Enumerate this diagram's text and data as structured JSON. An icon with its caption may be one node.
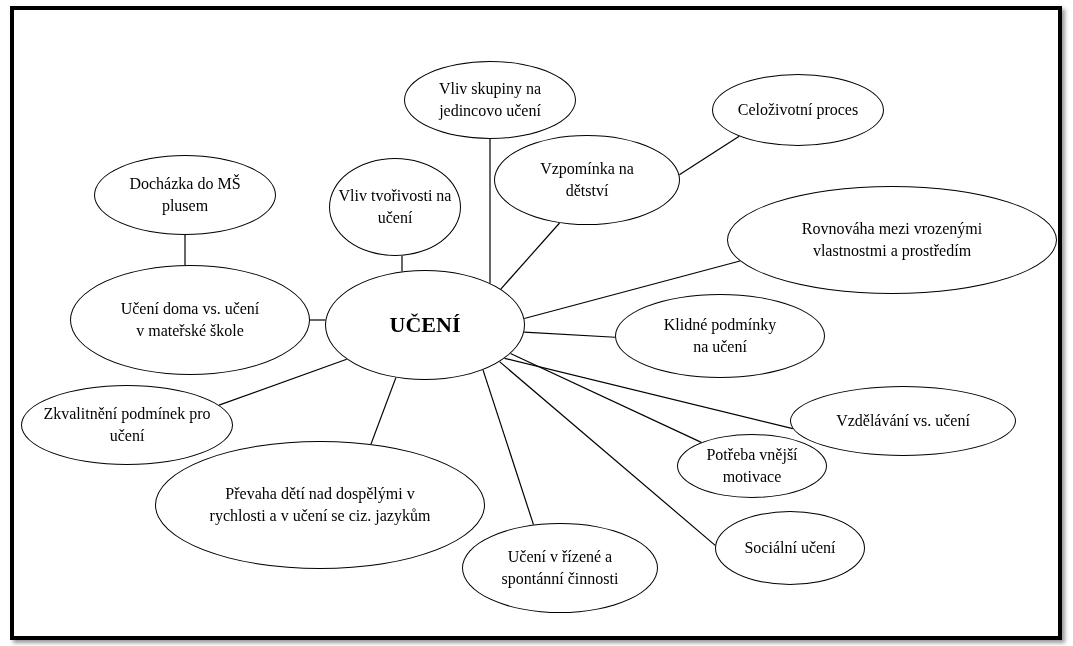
{
  "diagram": {
    "nodes": [
      {
        "text": [
          "UČENÍ"
        ]
      },
      {
        "text": [
          "Vliv skupiny na jedincovo učení"
        ]
      },
      {
        "text": [
          "Celoživotní proces"
        ]
      },
      {
        "text": [
          "Docházka do MŠ plusem"
        ]
      },
      {
        "text": [
          "Vliv tvořivosti na učení"
        ]
      },
      {
        "text": [
          "Vzpomínka na dětství"
        ]
      },
      {
        "text": [
          "Rovnováha mezi vrozenými vlastnostmi a prostředím"
        ]
      },
      {
        "text": [
          "Učení doma vs. učení v mateřské škole"
        ]
      },
      {
        "text": [
          "Klidné podmínky na učení"
        ]
      },
      {
        "text": [
          "Zkvalitnění podmínek pro učení"
        ]
      },
      {
        "text": [
          "Vzdělávání vs. učení"
        ]
      },
      {
        "text": [
          "Převaha dětí nad dospělými v rychlosti a v učení se ciz. jazykům"
        ]
      },
      {
        "text": [
          "Potřeba vnější motivace"
        ]
      },
      {
        "text": [
          "Učení v řízené a spontánní činnosti"
        ]
      },
      {
        "text": [
          "Sociální učení"
        ]
      }
    ],
    "edges": [
      {
        "from": 0,
        "to": 1,
        "arrow": "none"
      },
      {
        "from": 5,
        "to": 2,
        "arrow": "none"
      },
      {
        "from": 3,
        "to": 7,
        "arrow": "none"
      },
      {
        "from": 0,
        "to": 4,
        "arrow": "none"
      },
      {
        "from": 0,
        "to": 5,
        "arrow": "none"
      },
      {
        "from": 0,
        "to": 6,
        "arrow": "none"
      },
      {
        "from": 0,
        "to": 7,
        "arrow": "none"
      },
      {
        "from": 0,
        "to": 8,
        "arrow": "none"
      },
      {
        "from": 0,
        "to": 9,
        "arrow": "none"
      },
      {
        "from": 0,
        "to": 10,
        "arrow": "none"
      },
      {
        "from": 0,
        "to": 11,
        "arrow": "none"
      },
      {
        "from": 0,
        "to": 12,
        "arrow": "none"
      },
      {
        "from": 0,
        "to": 13,
        "arrow": "none"
      },
      {
        "from": 0,
        "to": 14,
        "arrow": "none"
      }
    ]
  }
}
